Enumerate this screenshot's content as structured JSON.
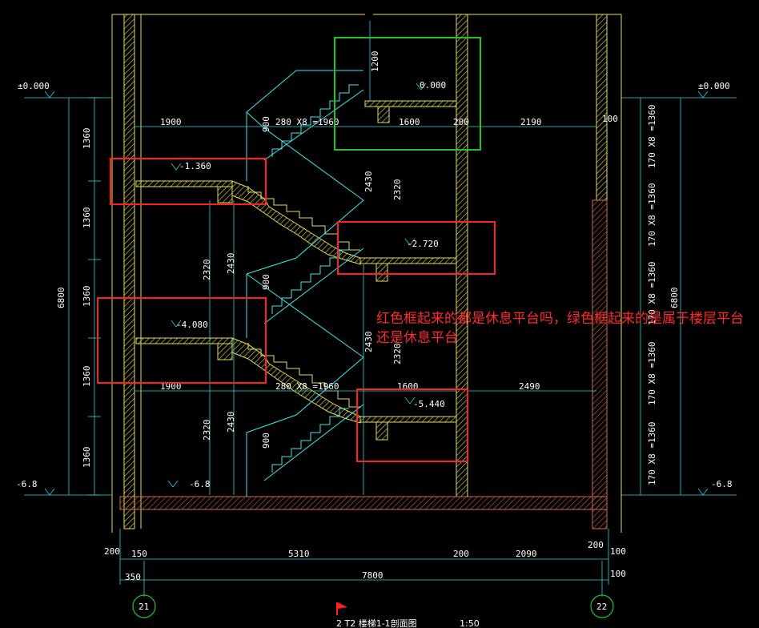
{
  "levels": {
    "top_left": "±0.000",
    "top_right": "±0.000",
    "landing_top": "0.000",
    "landing_1": "-1.360",
    "landing_2": "-2.720",
    "landing_3": "-4.080",
    "landing_4": "-5.440",
    "bottom_left": "-6.8",
    "bottom_mid": "-6.8",
    "bottom_right": "-6.8"
  },
  "dims": {
    "left_1360": "1360",
    "left_6800": "6800",
    "right_6800": "6800",
    "right_steps": "170 X8 =1360",
    "h1200": "1200",
    "h900": "900",
    "h2430": "2430",
    "h2320": "2320",
    "w1900": "1900",
    "w280x8": "280 X8 =1960",
    "w1600": "1600",
    "w200": "200",
    "w2190": "2190",
    "w2490": "2490",
    "w100": "100",
    "w150": "150",
    "w5310": "5310",
    "w2090": "2090",
    "w350": "350",
    "w7800": "7800"
  },
  "axes": {
    "left": "21",
    "right": "22"
  },
  "title": {
    "text": "2  T2 楼梯1-1剖面图",
    "scale": "1:50"
  },
  "annotation": "红色框起来的都是休息平台吗，绿色框起来的是属于楼层平台还是休息平台",
  "colors": {
    "background": "#000000",
    "wall": "#e6dc5a",
    "stair": "#3ee8f0",
    "dim_line": "#2fd1e0",
    "red_box": "#ff2020",
    "green_box": "#22c22a"
  }
}
